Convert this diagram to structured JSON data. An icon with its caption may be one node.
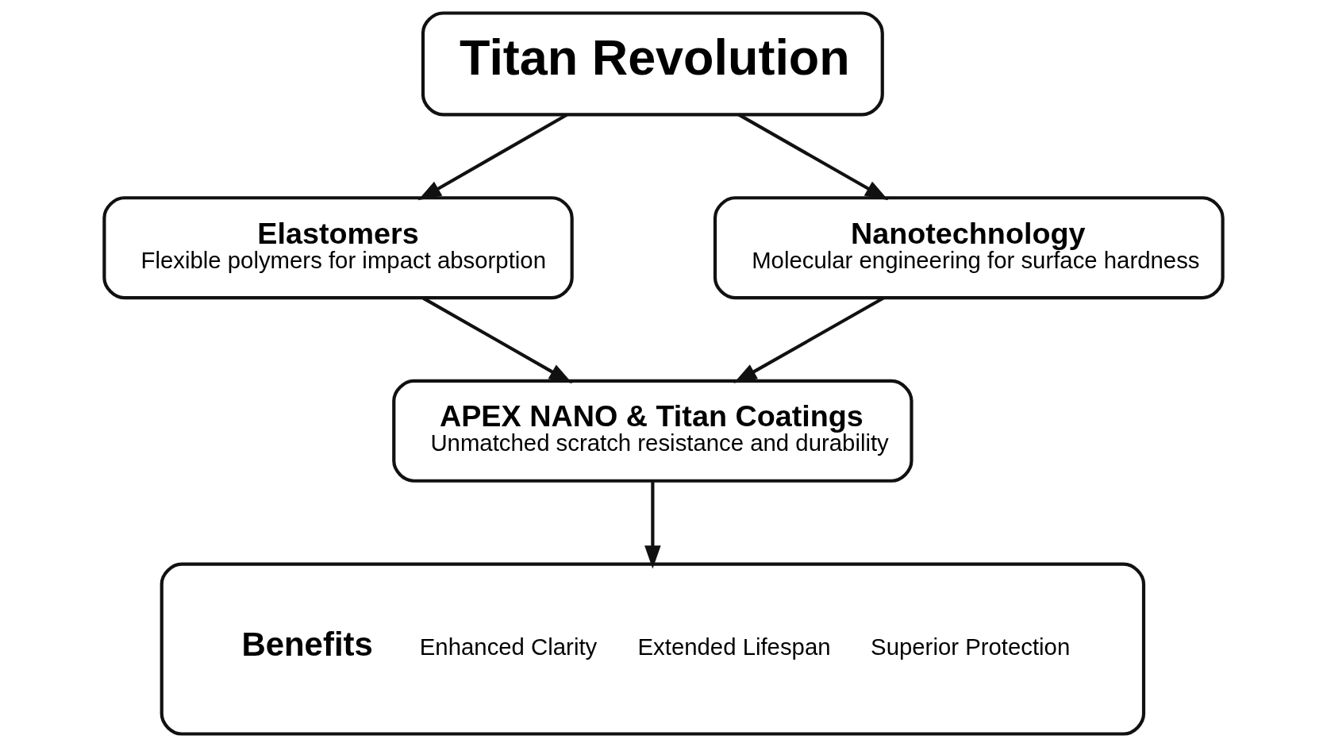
{
  "diagram": {
    "nodes": [
      {
        "text": [
          "Titan Revolution"
        ]
      },
      {
        "text": [
          "Elastomers",
          "Flexible polymers for impact absorption"
        ]
      },
      {
        "text": [
          "Nanotechnology",
          "Molecular engineering for surface hardness"
        ]
      },
      {
        "text": [
          "APEX NANO & Titan Coatings",
          "Unmatched scratch resistance and durability"
        ]
      },
      {
        "text": [
          "Benefits",
          "Enhanced Clarity",
          "Extended Lifespan",
          "Superior Protection"
        ]
      }
    ],
    "edges": [
      {
        "from": 0,
        "to": 1,
        "arrow": "to"
      },
      {
        "from": 0,
        "to": 2,
        "arrow": "to"
      },
      {
        "from": 1,
        "to": 3,
        "arrow": "to"
      },
      {
        "from": 2,
        "to": 3,
        "arrow": "to"
      },
      {
        "from": 3,
        "to": 4,
        "arrow": "to"
      }
    ]
  }
}
